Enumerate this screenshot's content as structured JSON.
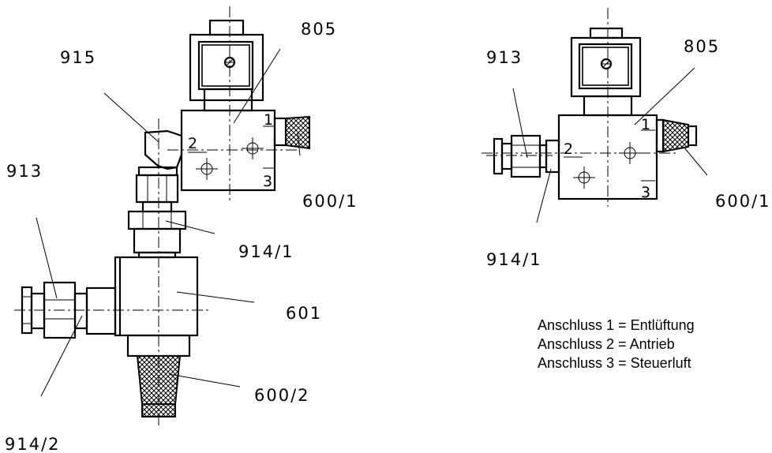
{
  "left_view": {
    "labels": {
      "solenoid": "805",
      "elbow": "915",
      "fitting": "913",
      "nut_upper": "914/1",
      "valve": "601",
      "silencer_port1": "600/1",
      "silencer_bottom": "600/2",
      "nut_lower": "914/2"
    },
    "ports": {
      "p1": "1",
      "p2": "2",
      "p3": "3"
    }
  },
  "right_view": {
    "labels": {
      "solenoid": "805",
      "fitting": "913",
      "silencer_port1": "600/1",
      "nut": "914/1"
    },
    "ports": {
      "p1": "1",
      "p2": "2",
      "p3": "3"
    }
  },
  "legend": [
    {
      "text": "Anschluss 1 = Entlüftung"
    },
    {
      "text": "Anschluss 2 = Antrieb"
    },
    {
      "text": "Anschluss 3 = Steuerluft"
    }
  ]
}
